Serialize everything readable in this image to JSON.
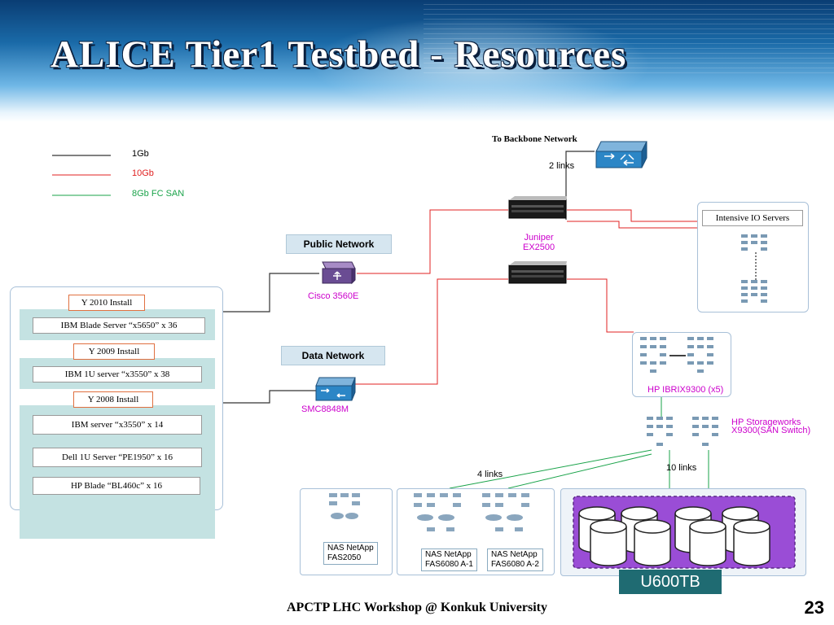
{
  "title": "ALICE Tier1 Testbed - Resources",
  "legend": [
    {
      "label": "1Gb",
      "color": "#000000"
    },
    {
      "label": "10Gb",
      "color": "#e02020"
    },
    {
      "label": "8Gb FC SAN",
      "color": "#1aa34a"
    }
  ],
  "network": {
    "backbone_label": "To Backbone Network",
    "backbone_links": "2 links",
    "juniper_label_line1": "Juniper",
    "juniper_label_line2": "EX2500",
    "public_network": "Public Network",
    "cisco_label": "Cisco 3560E",
    "data_network": "Data Network",
    "smc_label": "SMC8848M"
  },
  "intensive_io": "Intensive IO  Servers",
  "ibrix_label": "HP IBRIX9300  (x5)",
  "storageworks_line1": "HP Storageworks",
  "storageworks_line2": "X9300(SAN Switch)",
  "links_4": "4 links",
  "links_10": "10 links",
  "compute": {
    "y2010": "Y 2010 Install",
    "ibm_blade": "IBM Blade Server “x5650” x 36",
    "y2009": "Y 2009 Install",
    "ibm_1u": "IBM 1U server “x3550” x 38",
    "y2008": "Y 2008 Install",
    "ibm_server": "IBM server “x3550” x 14",
    "dell": "Dell  1U Server “PE1950” x 16",
    "hp_blade": "HP Blade “BL460c”  x 16"
  },
  "nas": {
    "fas2050_line1": "NAS NetApp",
    "fas2050_line2": "FAS2050",
    "fas6080a1_line1": "NAS NetApp",
    "fas6080a1_line2": "FAS6080 A-1",
    "fas6080a2_line1": "NAS NetApp",
    "fas6080a2_line2": "FAS6080 A-2"
  },
  "storage_label": "U600TB",
  "footer": "APCTP LHC Workshop @ Konkuk University",
  "page_number": "23",
  "colors": {
    "line_1gb": "#000000",
    "line_10gb": "#e02020",
    "line_fc": "#1aa34a",
    "accent_magenta": "#cc00cc",
    "storage_purple": "#9a4dd6"
  }
}
